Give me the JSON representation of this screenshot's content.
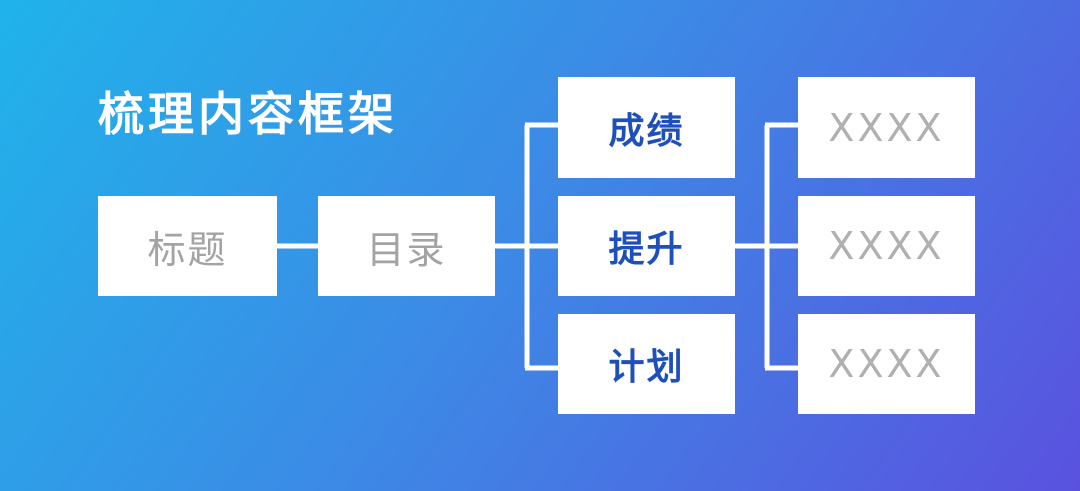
{
  "title": "梳理内容框架",
  "nodes": {
    "root": "标题",
    "toc": "目录",
    "branches": [
      "成绩",
      "提升",
      "计划"
    ],
    "leaves": [
      "XXXX",
      "XXXX",
      "XXXX"
    ]
  },
  "colors": {
    "gradient_start": "#20b3ea",
    "gradient_end": "#5a52df",
    "box": "#ffffff",
    "connector": "#ffffff",
    "grey_text": "#a3a3a3",
    "accent_text": "#1f4fb9"
  }
}
